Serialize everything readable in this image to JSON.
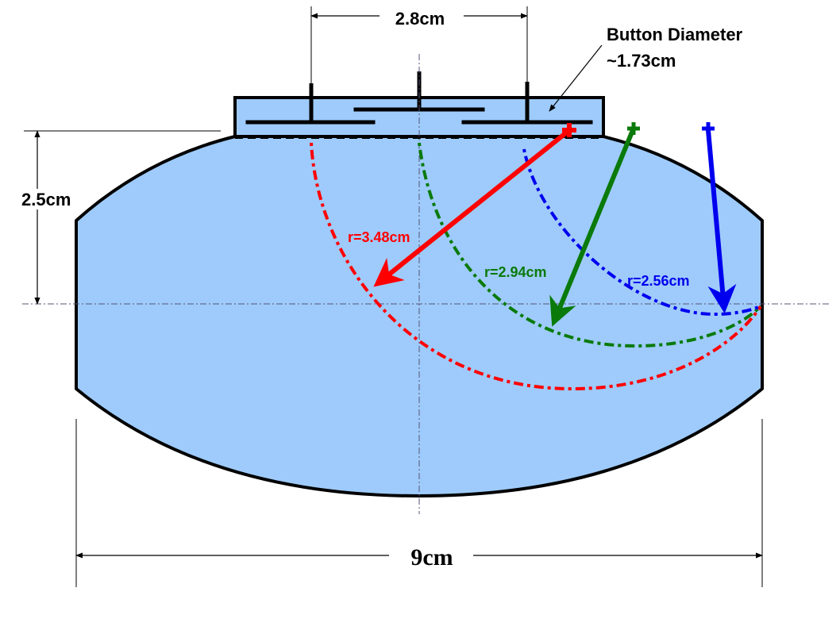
{
  "labels": {
    "top_width": "2.8cm",
    "button_title": "Button Diameter",
    "button_value": "~1.73cm",
    "height": "2.5cm",
    "width": "9cm",
    "r_red": "r=3.48cm",
    "r_green": "r=2.94cm",
    "r_blue": "r=2.56cm"
  },
  "colors": {
    "body_fill": "#9ecbfb",
    "outline": "#000000",
    "red": "#ff0000",
    "green": "#0a7a0a",
    "blue": "#0000ee",
    "guide": "#555577"
  }
}
